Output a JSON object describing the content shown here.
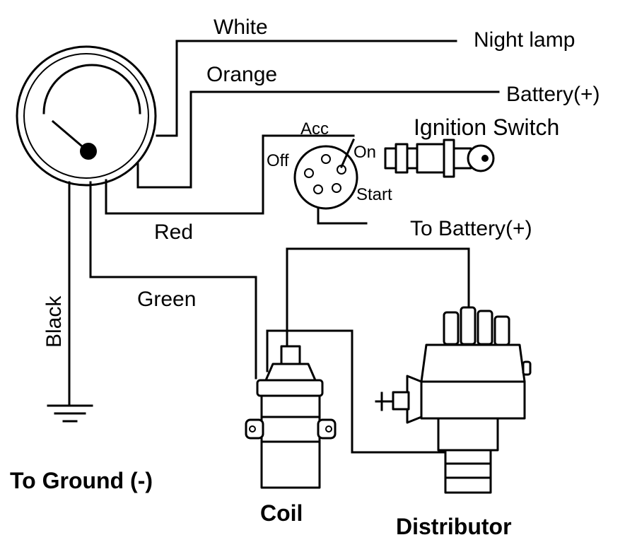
{
  "labels": {
    "white": "White",
    "night_lamp": "Night lamp",
    "orange": "Orange",
    "battery_plus": "Battery(+)",
    "acc": "Acc",
    "ignition_switch": "Ignition Switch",
    "off": "Off",
    "on": "On",
    "start": "Start",
    "red": "Red",
    "to_battery_plus": "To Battery(+)",
    "green": "Green",
    "black": "Black",
    "to_ground": "To Ground (-)",
    "coil": "Coil",
    "distributor": "Distributor"
  },
  "colors": {
    "ink": "#000000",
    "background": "#ffffff"
  }
}
